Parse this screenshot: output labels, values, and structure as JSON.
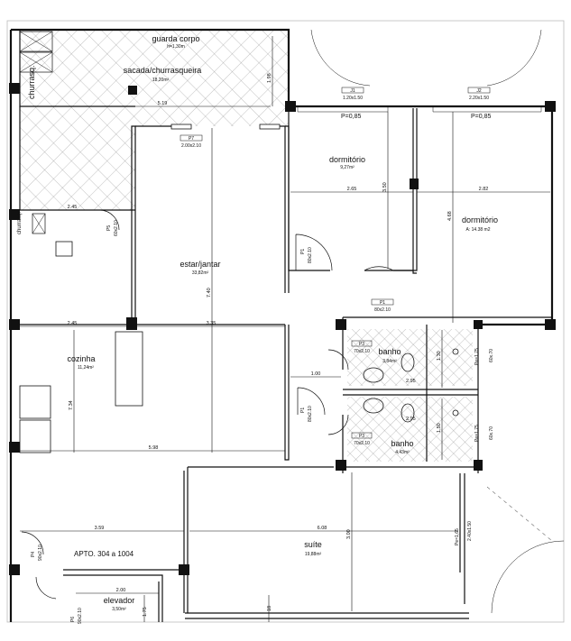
{
  "rooms": {
    "guarda_corpo": {
      "label": "guarda corpo",
      "sub": "h=1,30m"
    },
    "sacada": {
      "label": "sacada/churrasqueira",
      "area": "18,20m²"
    },
    "churrasq_label": "churrasq.",
    "dormitorio1": {
      "label": "dormitório",
      "area": "9,27m²"
    },
    "dormitorio2": {
      "label": "dormitório",
      "area": "A: 14.38 m2"
    },
    "estar": {
      "label": "estar/jantar",
      "area": "33,82m²"
    },
    "cozinha": {
      "label": "cozinha",
      "area": "11,24m²"
    },
    "banho1": {
      "label": "banho",
      "area": "3,84m²"
    },
    "banho2": {
      "label": "banho",
      "area": "4,43m²"
    },
    "suite": {
      "label": "suíte",
      "area": "19,88m²"
    },
    "elevador": {
      "label": "elevador",
      "area": "3,50m²"
    },
    "apto": "APTO. 304 a 1004"
  },
  "dimensions": {
    "d519": "5.19",
    "d198": "1.98",
    "d245a": "2.45",
    "d245b": "2.45",
    "d335": "3.35",
    "d265": "2.65",
    "d282": "2.82",
    "d350": "3.50",
    "d468": "4.68",
    "d740": "7.40",
    "d734": "7.34",
    "d598": "5.98",
    "d100": "1.00",
    "d359": "3.59",
    "d608": "6.08",
    "d300": "3.00",
    "d200": "2.00",
    "d175": "1.75",
    "d130": "1.30",
    "d295a": "2.95",
    "d295b": "2.95",
    "d150": "1.50",
    "d18": "18"
  },
  "openings": {
    "pos_j1": "P=0,85",
    "pos_j2": "P=0,85",
    "j1": "J1",
    "j1_size": "1.20x1.50",
    "j2": "J2",
    "j2_size": "2.20x1.50",
    "p7": "P7",
    "p7_size": "2.00x2.10",
    "p1a": "P1",
    "p1a_size": "80x2.10",
    "p1b": "P1",
    "p1b_size": "80x2.10",
    "p1c": "P1",
    "p1c_size": "80x2.10",
    "p3a": "P3",
    "p3a_size": "70x2.10",
    "p3b": "P3",
    "p3b_size": "70x2.10",
    "p5": "P5",
    "p5_size": "60x2.10",
    "p4": "P4",
    "p4_size": "90x2.10",
    "p6": "P6",
    "p6_size": "90x2.10",
    "pe1": "Pe=1,75",
    "pe2": "Pe=1,75",
    "pe3": "Pe=1,65",
    "win1": "60x.70",
    "win2": "60x.70",
    "win3": "2.40x1.50"
  }
}
